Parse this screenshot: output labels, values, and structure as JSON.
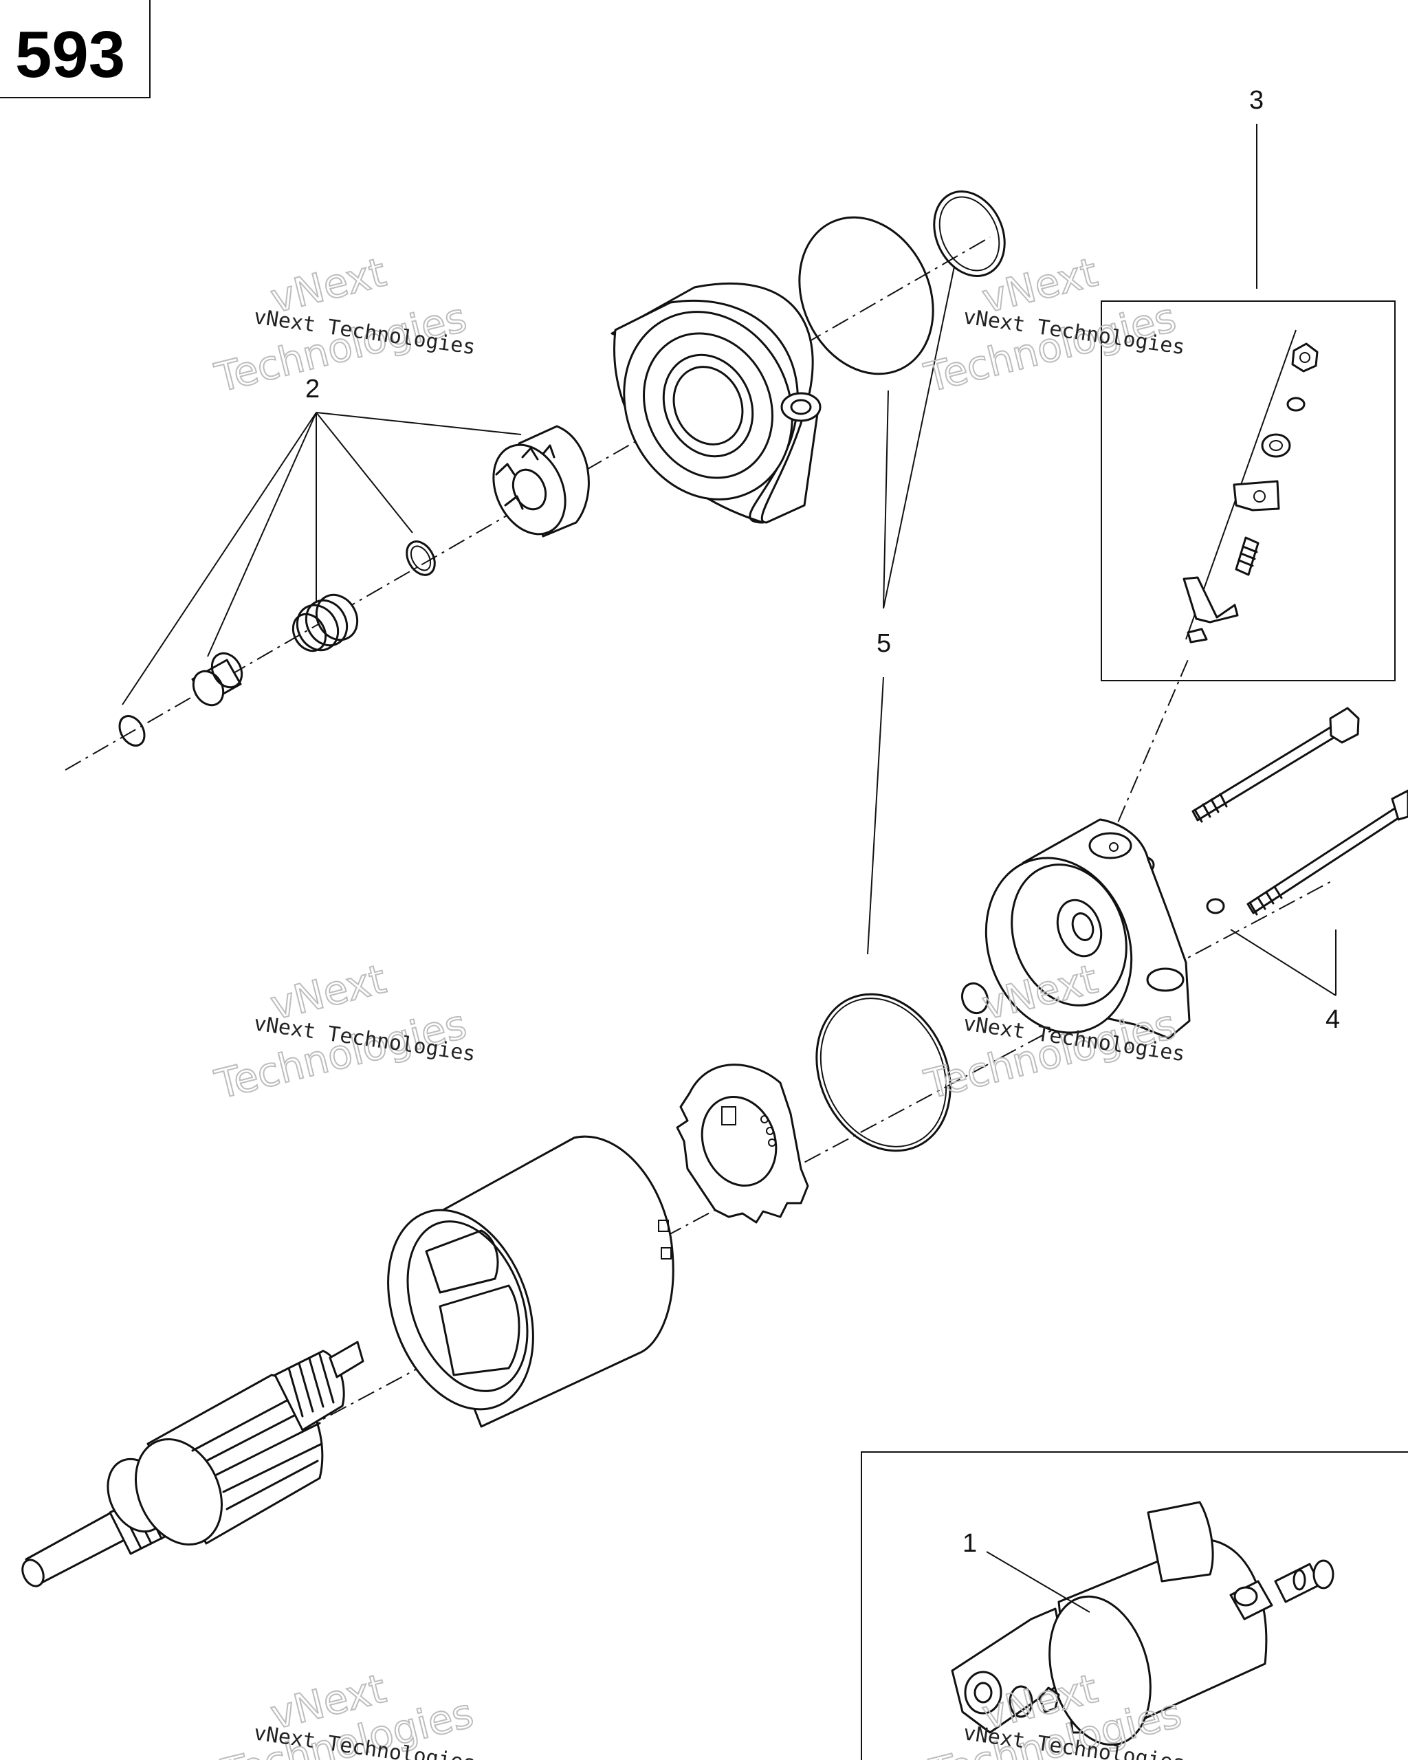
{
  "page_number": "593",
  "callouts": [
    "1",
    "2",
    "3",
    "4",
    "5"
  ],
  "watermark": {
    "line1": "vNext Technologies",
    "line2": "vNext",
    "line3": "Technologies"
  }
}
